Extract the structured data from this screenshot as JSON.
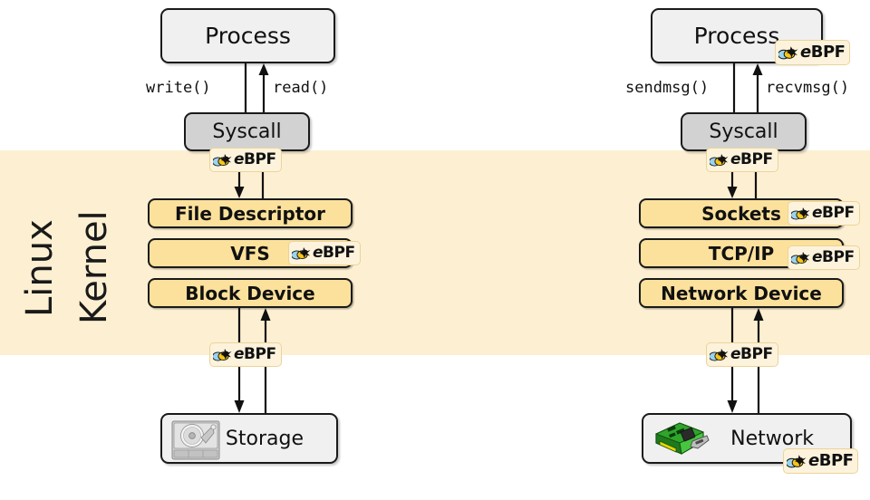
{
  "diagram": {
    "title": "eBPF observability points across the Linux kernel I/O and network stacks",
    "badge_label": "eBPF",
    "badge_label_e": "e",
    "badge_label_bpf": "BPF"
  },
  "colors": {
    "kernel_band": "#FDF0D2",
    "kernel_box": "#FBE19B",
    "process_box": "#F0F0F0",
    "syscall_box": "#D2D2D2",
    "badge_bg": "#FDF3DC",
    "badge_border": "#EBD49A",
    "stroke": "#1A1A1A",
    "bee_body": "#F5C518",
    "bee_wing": "#9BD3EE",
    "nic_green": "#34B233"
  },
  "kernel_region": {
    "word_1": "Linux",
    "word_2": "Kernel"
  },
  "storage_stack": {
    "process": {
      "label": "Process"
    },
    "syscalls": {
      "write": "write()",
      "read": "read()"
    },
    "syscall_box": {
      "label": "Syscall"
    },
    "layers": [
      {
        "label": "File Descriptor",
        "has_badge": false
      },
      {
        "label": "VFS",
        "has_badge": true
      },
      {
        "label": "Block Device",
        "has_badge": false
      }
    ],
    "device": {
      "label": "Storage",
      "icon": "hard-disk-icon"
    }
  },
  "network_stack": {
    "process": {
      "label": "Process",
      "has_badge": true
    },
    "syscalls": {
      "send": "sendmsg()",
      "recv": "recvmsg()"
    },
    "syscall_box": {
      "label": "Syscall"
    },
    "layers": [
      {
        "label": "Sockets",
        "has_badge": true
      },
      {
        "label": "TCP/IP",
        "has_badge": true
      },
      {
        "label": "Network Device",
        "has_badge": false
      }
    ],
    "device": {
      "label": "Network",
      "icon": "network-card-icon",
      "has_badge": true
    }
  },
  "badges": [
    {
      "id": "badge-storage-syscall",
      "label": "eBPF"
    },
    {
      "id": "badge-vfs",
      "label": "eBPF"
    },
    {
      "id": "badge-block-storage",
      "label": "eBPF"
    },
    {
      "id": "badge-network-process",
      "label": "eBPF"
    },
    {
      "id": "badge-network-syscall",
      "label": "eBPF"
    },
    {
      "id": "badge-sockets",
      "label": "eBPF"
    },
    {
      "id": "badge-tcpip",
      "label": "eBPF"
    },
    {
      "id": "badge-netdev-network",
      "label": "eBPF"
    },
    {
      "id": "badge-network-device",
      "label": "eBPF"
    }
  ]
}
